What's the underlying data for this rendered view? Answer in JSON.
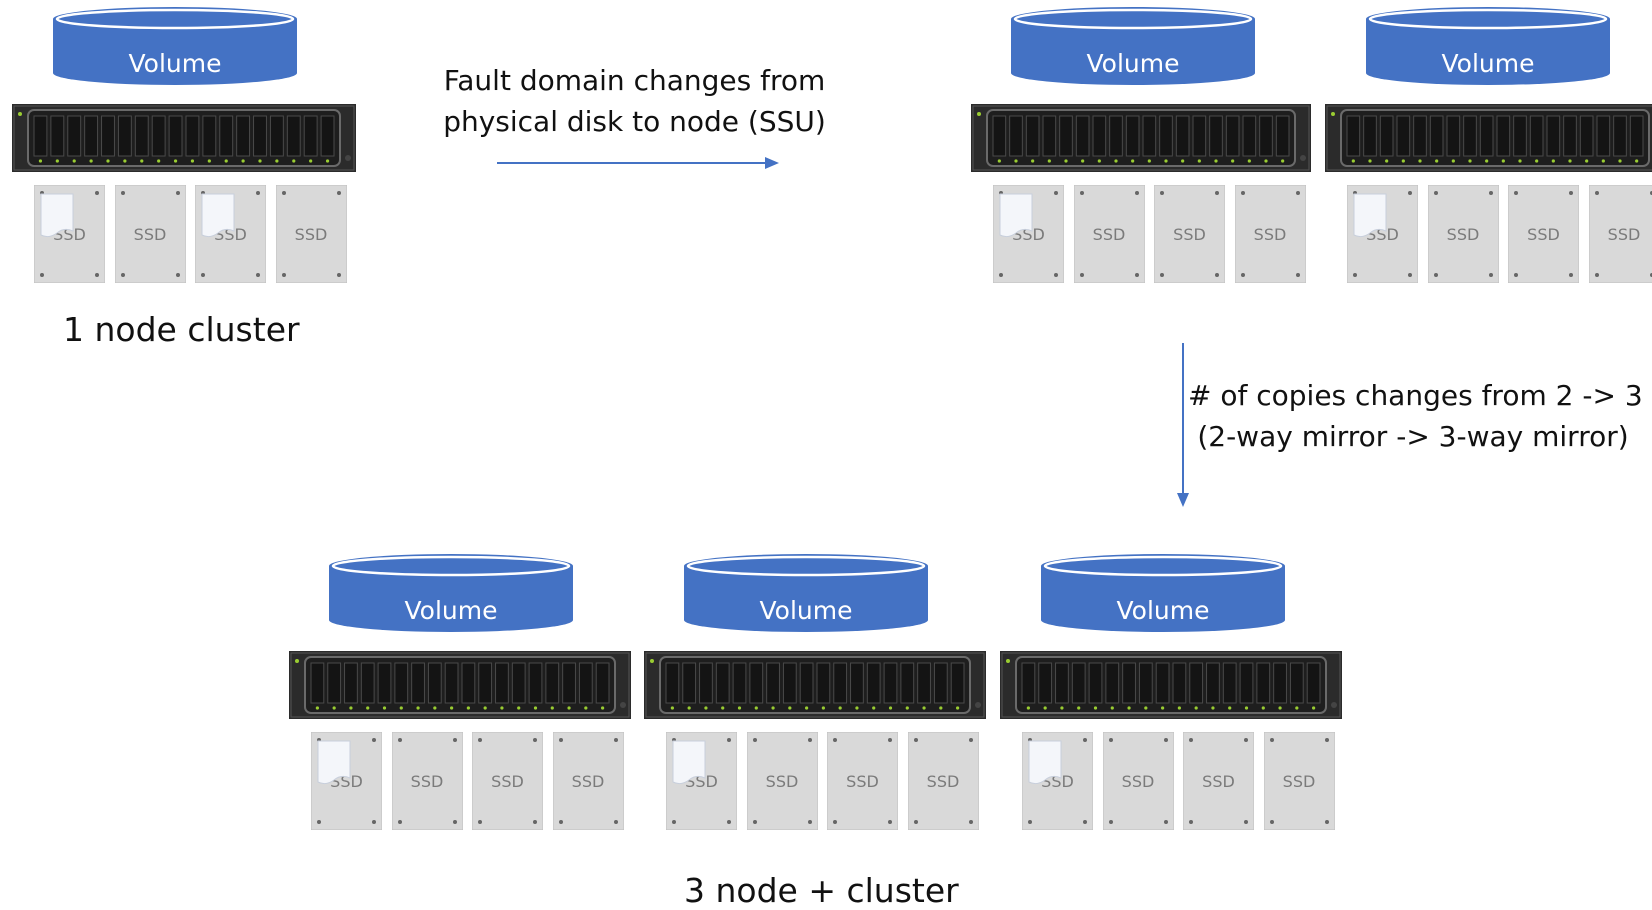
{
  "diagram": {
    "volume_label": "Volume",
    "ssd_label": "SSD",
    "single_node": {
      "caption": "1 node cluster"
    },
    "multi_node": {
      "caption": "3 node + cluster"
    },
    "transition_horizontal": {
      "line1": "Fault domain changes from",
      "line2": "physical disk to node (SSU)"
    },
    "transition_vertical": {
      "line1": "# of copies changes from 2 -> 3",
      "line2": "(2-way mirror -> 3-way mirror)"
    },
    "colors": {
      "volume_fill": "#4472c4",
      "arrow": "#4472c4",
      "server_body": "#2b2b2b",
      "ssd_fill": "#d9d9d9"
    },
    "icons": [
      "volume-cylinder-icon",
      "server-chassis-icon",
      "ssd-drive-icon",
      "document-icon",
      "arrow-right-icon",
      "arrow-down-icon"
    ]
  }
}
